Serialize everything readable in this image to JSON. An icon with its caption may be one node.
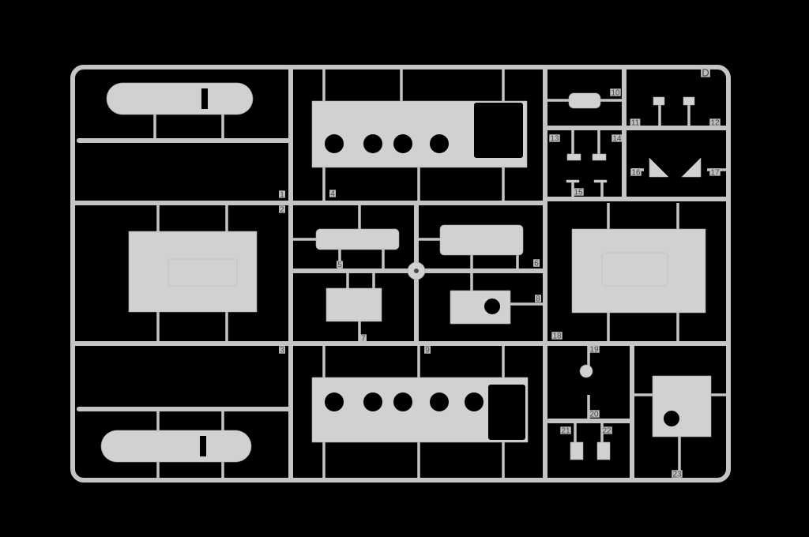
{
  "diagram": {
    "labels": [
      "D",
      "10",
      "11",
      "12",
      "13",
      "14",
      "16",
      "17",
      "1",
      "4",
      "15",
      "2",
      "5",
      "6",
      "8",
      "7",
      "18",
      "3",
      "9",
      "19",
      "20",
      "21",
      "22",
      "23"
    ]
  }
}
